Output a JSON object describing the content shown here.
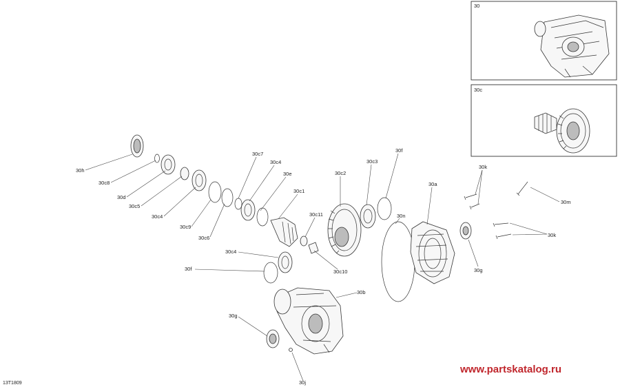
{
  "diagram": {
    "drawing_code": "13T1809",
    "watermark": "www.partskatalog.ru",
    "insets": [
      {
        "label": "30"
      },
      {
        "label": "30c"
      }
    ],
    "callouts": [
      "30h",
      "30c8",
      "30d",
      "30c5",
      "30c4",
      "30c9",
      "30c6",
      "30c7",
      "30c4",
      "30e",
      "30c1",
      "30c11",
      "30c2",
      "30c3",
      "30f",
      "30n",
      "30a",
      "30k",
      "30m",
      "30k",
      "30g",
      "30c10",
      "30c4",
      "30f",
      "30b",
      "30g",
      "30j"
    ]
  }
}
